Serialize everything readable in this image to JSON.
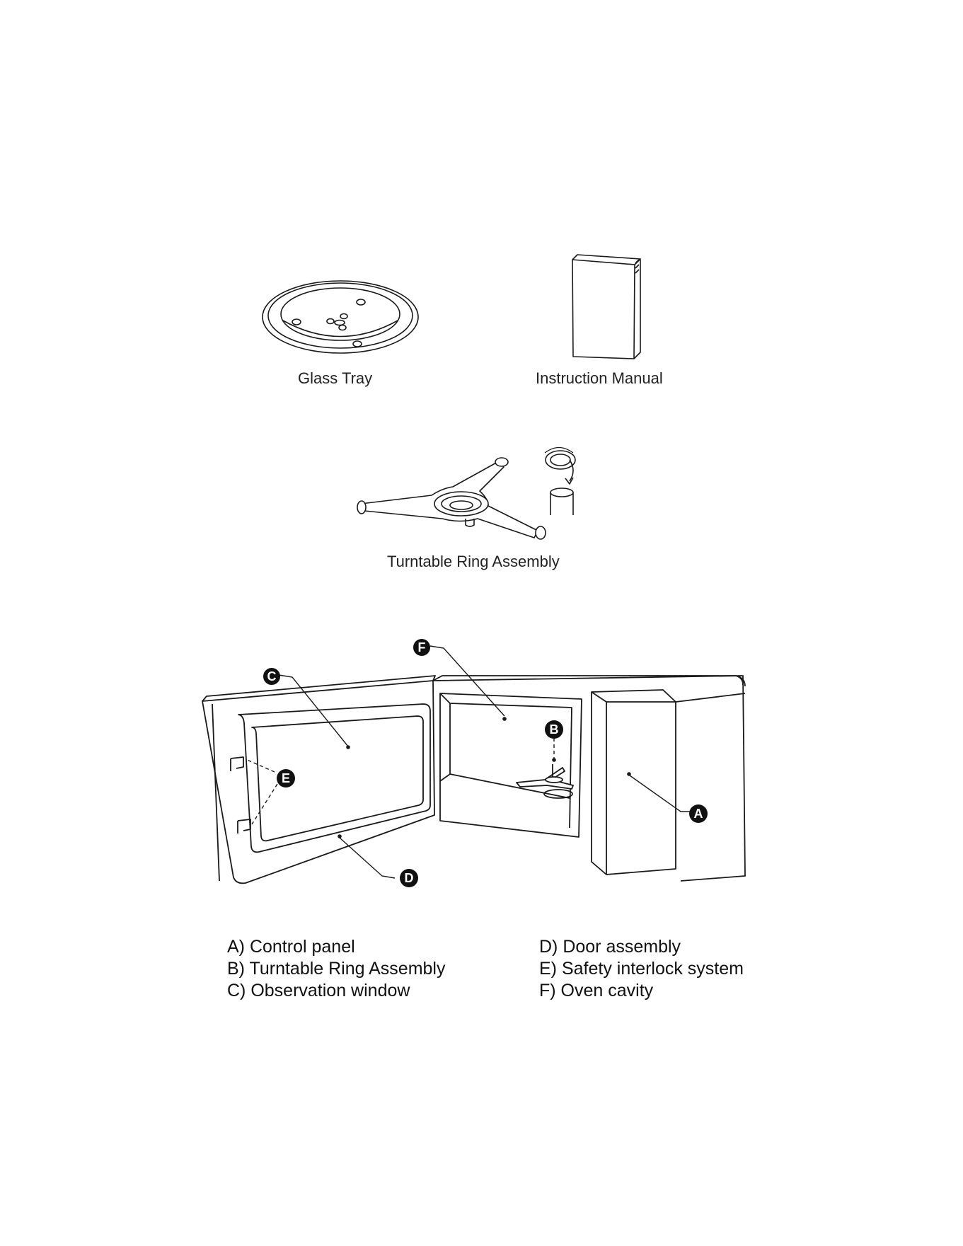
{
  "accessories": {
    "glass_tray_label": "Glass Tray",
    "manual_label": "Instruction Manual",
    "ring_label": "Turntable Ring Assembly"
  },
  "callouts": {
    "a": "A",
    "b": "B",
    "c": "C",
    "d": "D",
    "e": "E",
    "f": "F"
  },
  "legend": {
    "left": [
      "A) Control panel",
      "B) Turntable Ring Assembly",
      "C) Observation window"
    ],
    "right": [
      "D) Door assembly",
      "E) Safety interlock system",
      "F) Oven cavity"
    ]
  },
  "colors": {
    "line": "#1a1a1a",
    "badge_fill": "#111111"
  }
}
